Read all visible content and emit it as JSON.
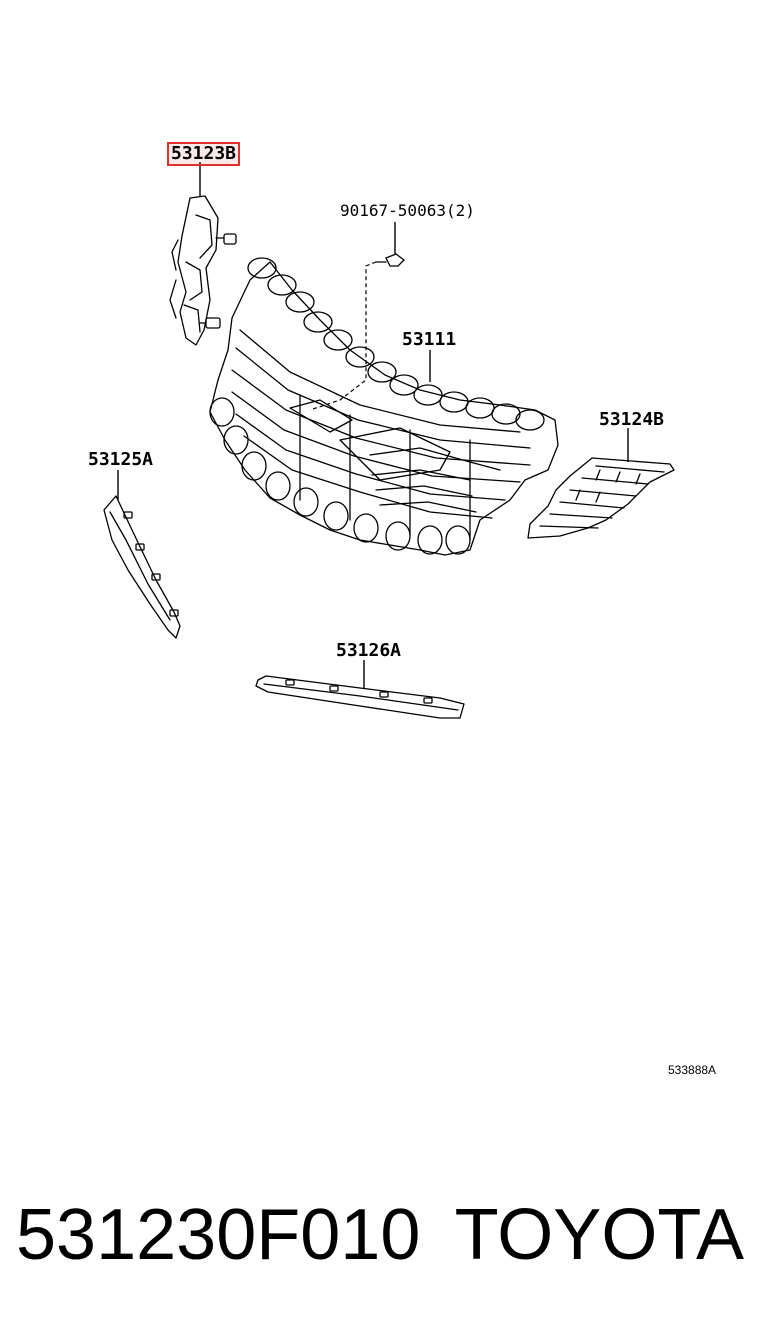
{
  "diagram": {
    "callouts": {
      "c53123b": "53123B",
      "c90167": "90167-50063(2)",
      "c53111": "53111",
      "c53124b": "53124B",
      "c53125a": "53125A",
      "c53126a": "53126A"
    },
    "ref_code": "533888A",
    "highlight_color": "#e03030"
  },
  "footer": {
    "part_number": "531230F010",
    "brand": "TOYOTA"
  }
}
